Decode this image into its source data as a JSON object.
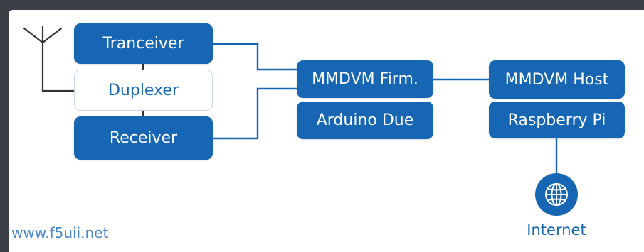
{
  "blocks": {
    "tranceiver": "Tranceiver",
    "duplexer": "Duplexer",
    "receiver": "Receiver",
    "mmdvm_firmware": "MMDVM Firm.",
    "arduino_due": "Arduino Due",
    "mmdvm_host": "MMDVM Host",
    "raspberry_pi": "Raspberry Pi"
  },
  "internet_label": "Internet",
  "credit": "www.f5uii.net",
  "colors": {
    "block_fill": "#1666b4",
    "block_text": "#ffffff",
    "wire": "#1666b4",
    "antenna": "#333333",
    "duplexer_border": "#c9d7e8",
    "credit_text": "#4a88c8",
    "frame": "#3b3e44",
    "background": "#ffffff"
  },
  "icons": {
    "antenna": "antenna-icon",
    "internet": "globe-icon"
  }
}
